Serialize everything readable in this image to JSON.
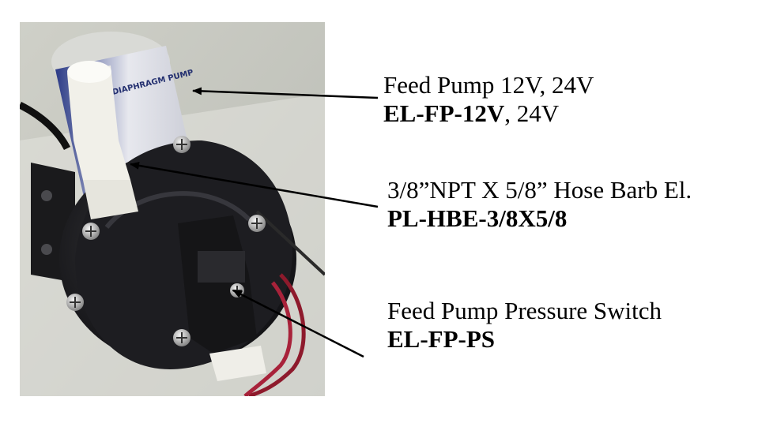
{
  "callouts": [
    {
      "name": "Feed Pump 12V, 24V",
      "part_bold": "EL-FP-12V",
      "part_rest": ", 24V"
    },
    {
      "name": "3/8”NPT X 5/8” Hose Barb El.",
      "part_bold": "PL-HBE-3/8X5/8",
      "part_rest": ""
    },
    {
      "name": "Feed Pump Pressure Switch",
      "part_bold": "EL-FP-PS",
      "part_rest": ""
    }
  ],
  "photo": {
    "subject": "feed-pump-photo",
    "label_lettering": "DIAPHRAGM PUMP"
  }
}
